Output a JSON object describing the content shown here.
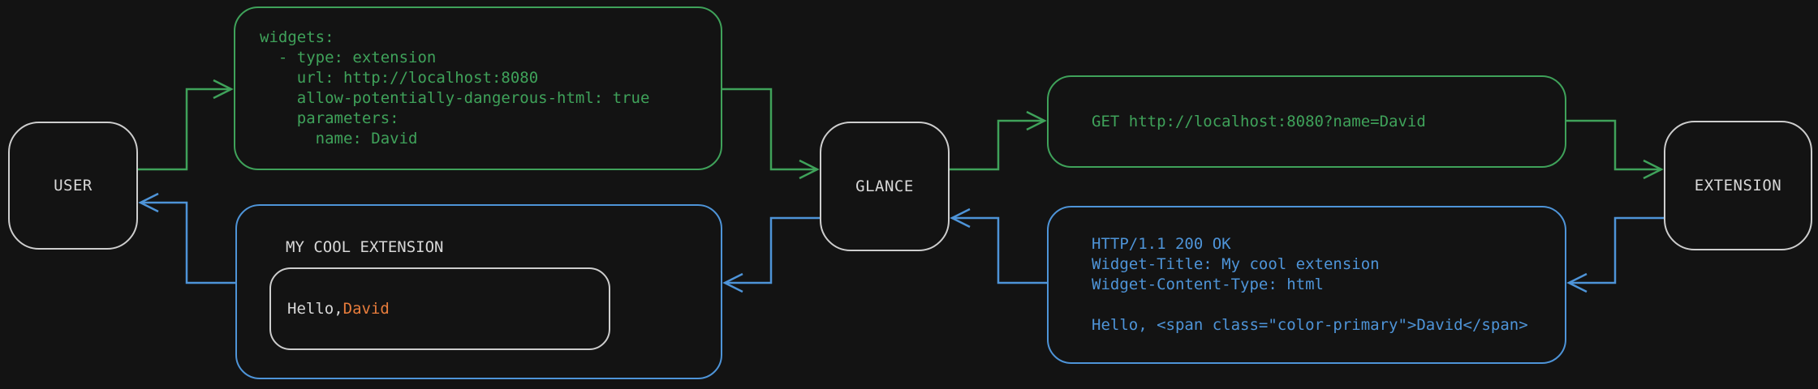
{
  "colors": {
    "background": "#131313",
    "green": "#3fa25a",
    "blue": "#4e94d8",
    "node_border": "#cdcdcd",
    "text_light": "#d8d8d8",
    "orange": "#e87d3c"
  },
  "nodes": {
    "user": "USER",
    "glance": "GLANCE",
    "extension": "EXTENSION"
  },
  "config_box": {
    "code": "widgets:\n  - type: extension\n    url: http://localhost:8080\n    allow-potentially-dangerous-html: true\n    parameters:\n      name: David"
  },
  "request_box": {
    "code": "GET http://localhost:8080?name=David"
  },
  "response_box": {
    "code": "HTTP/1.1 200 OK\nWidget-Title: My cool extension\nWidget-Content-Type: html\n\nHello, <span class=\"color-primary\">David</span>"
  },
  "widget_box": {
    "title": "MY COOL EXTENSION",
    "greeting_prefix": "Hello, ",
    "greeting_name": "David"
  },
  "connectors": [
    {
      "from": "user",
      "to": "config-box",
      "color": "green"
    },
    {
      "from": "config-box",
      "to": "glance",
      "color": "green"
    },
    {
      "from": "glance",
      "to": "request-box",
      "color": "green"
    },
    {
      "from": "request-box",
      "to": "extension",
      "color": "green"
    },
    {
      "from": "extension",
      "to": "response-box",
      "color": "blue"
    },
    {
      "from": "response-box",
      "to": "glance",
      "color": "blue"
    },
    {
      "from": "glance",
      "to": "widget-box",
      "color": "blue"
    },
    {
      "from": "widget-box",
      "to": "user",
      "color": "blue"
    }
  ]
}
